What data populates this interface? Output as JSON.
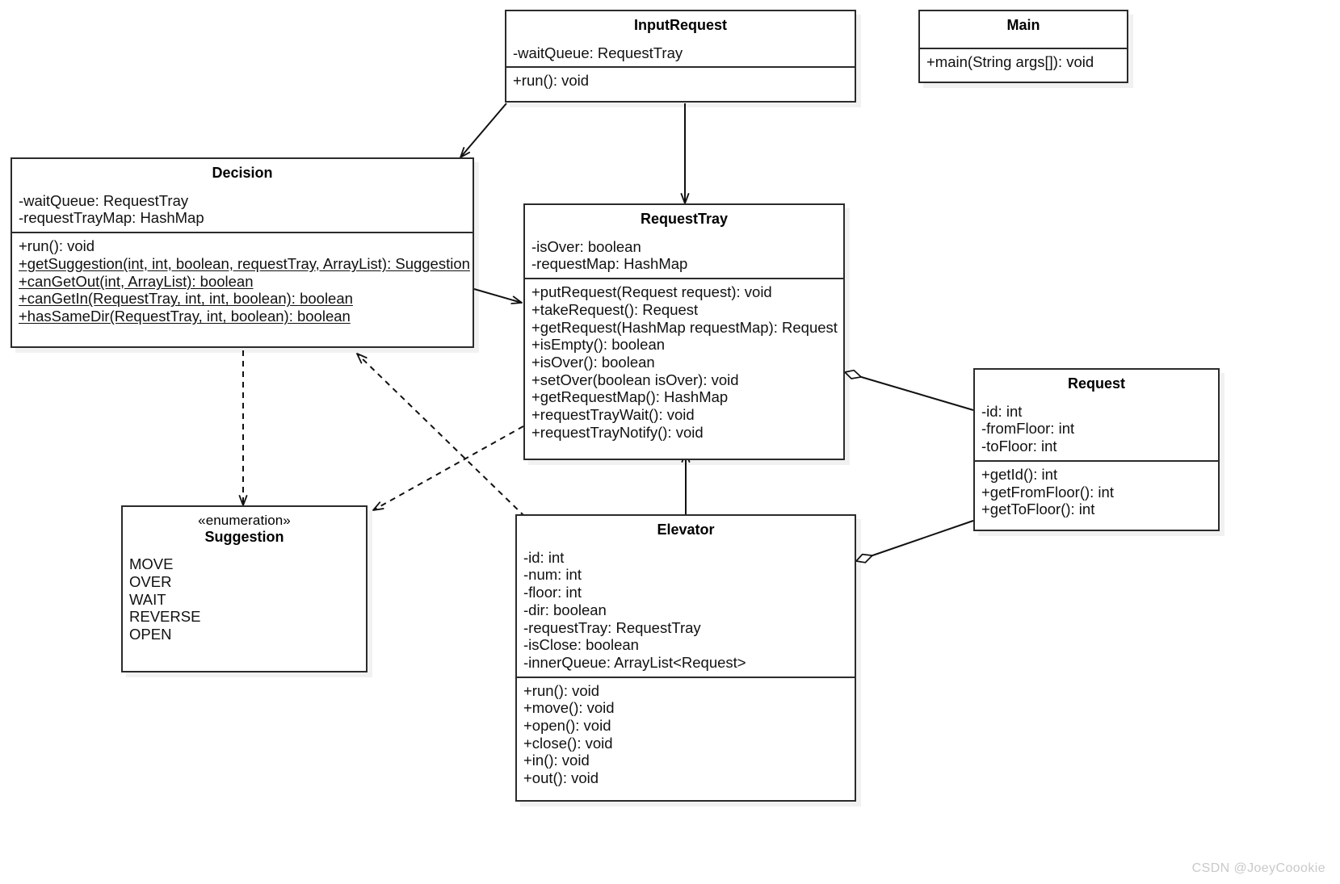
{
  "diagram": {
    "kind": "uml-class-diagram",
    "watermark": "CSDN @JoeyCoookie",
    "stroke_color": "#2b2b2b",
    "background": "#ffffff"
  },
  "classes": {
    "input_request": {
      "name": "InputRequest",
      "attributes": [
        "-waitQueue: RequestTray"
      ],
      "methods": [
        "+run(): void"
      ]
    },
    "main": {
      "name": "Main",
      "attributes": [],
      "methods": [
        "+main(String args[]): void"
      ]
    },
    "decision": {
      "name": "Decision",
      "attributes": [
        "-waitQueue: RequestTray",
        "-requestTrayMap: HashMap"
      ],
      "methods": [
        {
          "text": "+run(): void",
          "static": false
        },
        {
          "text": "+getSuggestion(int, int, boolean, requestTray, ArrayList): Suggestion",
          "static": true
        },
        {
          "text": "+canGetOut(int, ArrayList): boolean",
          "static": true
        },
        {
          "text": "+canGetIn(RequestTray, int, int, boolean): boolean",
          "static": true
        },
        {
          "text": "+hasSameDir(RequestTray, int, boolean): boolean",
          "static": true
        }
      ]
    },
    "request_tray": {
      "name": "RequestTray",
      "attributes": [
        "-isOver: boolean",
        "-requestMap: HashMap"
      ],
      "methods": [
        "+putRequest(Request request): void",
        "+takeRequest(): Request",
        "+getRequest(HashMap requestMap): Request",
        "+isEmpty(): boolean",
        "+isOver(): boolean",
        "+setOver(boolean isOver): void",
        "+getRequestMap(): HashMap",
        "+requestTrayWait(): void",
        "+requestTrayNotify(): void"
      ]
    },
    "request": {
      "name": "Request",
      "attributes": [
        "-id: int",
        "-fromFloor: int",
        "-toFloor: int"
      ],
      "methods": [
        "+getId(): int",
        "+getFromFloor(): int",
        "+getToFloor(): int"
      ]
    },
    "elevator": {
      "name": "Elevator",
      "attributes": [
        "-id: int",
        "-num: int",
        "-floor: int",
        "-dir: boolean",
        "-requestTray: RequestTray",
        "-isClose: boolean",
        "-innerQueue: ArrayList<Request>"
      ],
      "methods": [
        "+run(): void",
        "+move(): void",
        "+open(): void",
        "+close(): void",
        "+in(): void",
        "+out(): void"
      ]
    },
    "suggestion": {
      "name": "Suggestion",
      "stereotype": "«enumeration»",
      "literals": [
        "MOVE",
        "OVER",
        "WAIT",
        "REVERSE",
        "OPEN"
      ]
    }
  },
  "relationships": [
    {
      "id": "rel-inputrequest-decision",
      "from": "InputRequest",
      "to": "Decision",
      "type": "association",
      "line": "solid",
      "arrow": "open"
    },
    {
      "id": "rel-inputrequest-requesttray",
      "from": "InputRequest",
      "to": "RequestTray",
      "type": "association",
      "line": "solid",
      "arrow": "open"
    },
    {
      "id": "rel-decision-requesttray",
      "from": "Decision",
      "to": "RequestTray",
      "type": "association",
      "line": "solid",
      "arrow": "open"
    },
    {
      "id": "rel-elevator-requesttray",
      "from": "Elevator",
      "to": "RequestTray",
      "type": "association",
      "line": "solid",
      "arrow": "open"
    },
    {
      "id": "rel-requesttray-request",
      "from": "RequestTray",
      "to": "Request",
      "type": "aggregation",
      "line": "solid",
      "arrow": "hollow-diamond"
    },
    {
      "id": "rel-elevator-request",
      "from": "Elevator",
      "to": "Request",
      "type": "aggregation",
      "line": "solid",
      "arrow": "hollow-diamond"
    },
    {
      "id": "rel-decision-suggestion",
      "from": "Decision",
      "to": "Suggestion",
      "type": "dependency",
      "line": "dashed",
      "arrow": "open"
    },
    {
      "id": "rel-elevator-decision",
      "from": "Elevator",
      "to": "Decision",
      "type": "dependency",
      "line": "dashed",
      "arrow": "open"
    },
    {
      "id": "rel-requesttray-suggestion",
      "from": "RequestTray",
      "to": "Suggestion",
      "type": "dependency",
      "line": "dashed",
      "arrow": "open"
    }
  ]
}
